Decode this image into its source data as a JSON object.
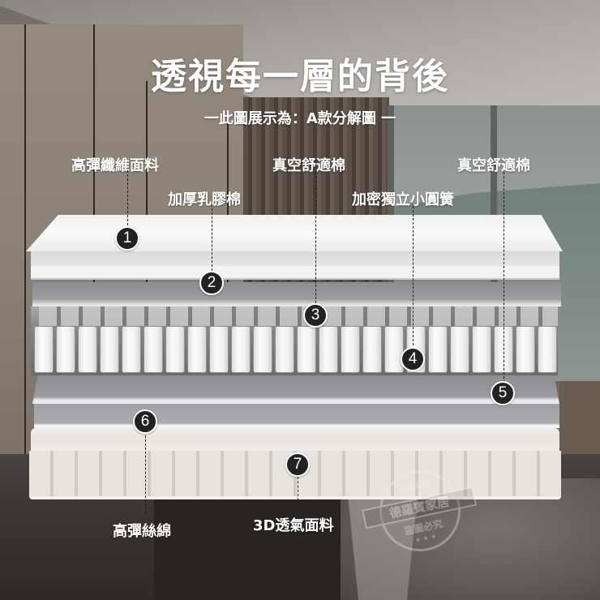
{
  "title": "透視每一層的背後",
  "subtitle": "一此圖展示為：A款分解圖 一",
  "labels": {
    "l1": "高彈纖維面料",
    "l2": "加厚乳膠棉",
    "l3": "真空舒適棉",
    "l4": "加密獨立小圓簧",
    "l5": "真空舒適棉",
    "l6": "高彈絲綿",
    "l7": "3D透氣面料"
  },
  "badges": [
    "1",
    "2",
    "3",
    "4",
    "5",
    "6",
    "7"
  ],
  "layers": [
    {
      "number": "1",
      "name": "高彈纖維面料"
    },
    {
      "number": "2",
      "name": "加厚乳膠棉"
    },
    {
      "number": "3",
      "name": "真空舒適棉"
    },
    {
      "number": "4",
      "name": "加密獨立小圓簧"
    },
    {
      "number": "5",
      "name": "真空舒適棉"
    },
    {
      "number": "6",
      "name": "高彈絲綿"
    },
    {
      "number": "7",
      "name": "3D透氣面料"
    }
  ],
  "watermark": {
    "top": "盜圖必究",
    "band": "德羅賓家居",
    "bottom": "盜圖必究",
    "stars": "★ ★ ★"
  },
  "colors": {
    "badge_bg": "#222222",
    "badge_border": "#ffffff",
    "label_text": "#ffffff"
  }
}
